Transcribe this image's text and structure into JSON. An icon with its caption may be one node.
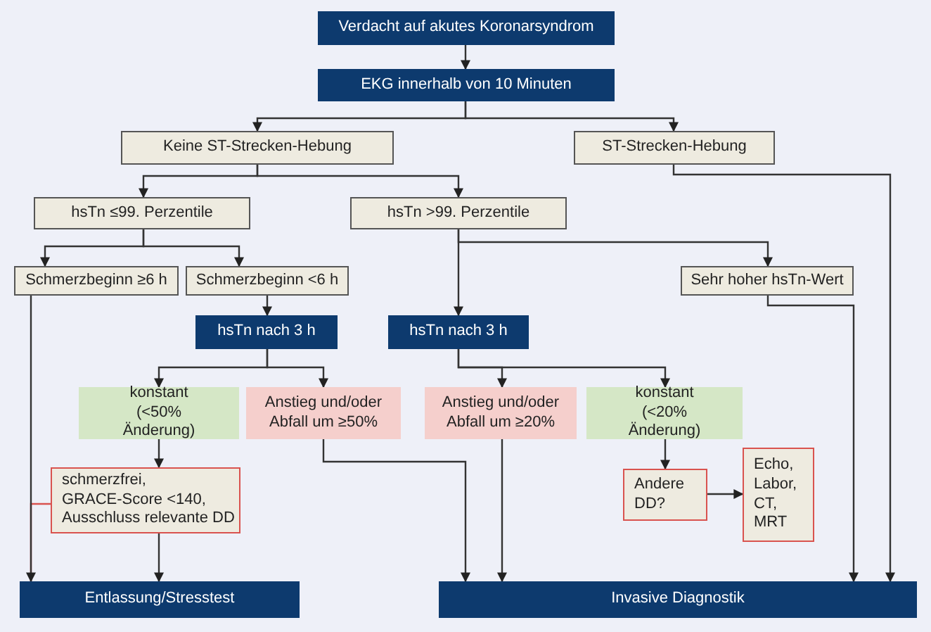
{
  "diagram": {
    "nodes": [
      {
        "text": [
          "Verdacht auf akutes Koronarsyndrom"
        ]
      },
      {
        "text": [
          "EKG innerhalb von 10 Minuten"
        ]
      },
      {
        "text": [
          "Keine ST-Strecken-Hebung"
        ]
      },
      {
        "text": [
          "ST-Strecken-Hebung"
        ]
      },
      {
        "text": [
          "hsTn ≤99. Perzentile"
        ]
      },
      {
        "text": [
          "hsTn >99. Perzentile"
        ]
      },
      {
        "text": [
          "Schmerzbeginn ≥6 h"
        ]
      },
      {
        "text": [
          "Schmerzbeginn <6 h"
        ]
      },
      {
        "text": [
          "Sehr hoher hsTn-Wert"
        ]
      },
      {
        "text": [
          "hsTn nach 3 h"
        ]
      },
      {
        "text": [
          "hsTn nach 3 h"
        ]
      },
      {
        "text": [
          "konstant (<50% Änderung)"
        ]
      },
      {
        "text": [
          "Anstieg und/oder Abfall um ≥50%"
        ]
      },
      {
        "text": [
          "Anstieg und/oder Abfall um ≥20%"
        ]
      },
      {
        "text": [
          "konstant (<20% Änderung)"
        ]
      },
      {
        "text": [
          "schmerzfrei, GRACE-Score <140, Ausschluss relevante DD"
        ]
      },
      {
        "text": [
          "Andere DD?"
        ]
      },
      {
        "text": [
          "Echo, Labor, CT, MRT"
        ]
      },
      {
        "text": [
          "Entlassung/Stresstest"
        ]
      },
      {
        "text": [
          "Invasive Diagnostik"
        ]
      }
    ],
    "edges": [
      {
        "from": 0,
        "to": 1,
        "arrow": "to"
      },
      {
        "from": 1,
        "to": 2,
        "arrow": "to"
      },
      {
        "from": 1,
        "to": 3,
        "arrow": "to"
      },
      {
        "from": 2,
        "to": 4,
        "arrow": "to"
      },
      {
        "from": 2,
        "to": 5,
        "arrow": "to"
      },
      {
        "from": 3,
        "to": 19,
        "arrow": "to"
      },
      {
        "from": 4,
        "to": 6,
        "arrow": "to"
      },
      {
        "from": 4,
        "to": 7,
        "arrow": "to"
      },
      {
        "from": 5,
        "to": 10,
        "arrow": "to"
      },
      {
        "from": 5,
        "to": 8,
        "arrow": "to"
      },
      {
        "from": 6,
        "to": 18,
        "arrow": "to"
      },
      {
        "from": 7,
        "to": 9,
        "arrow": "to"
      },
      {
        "from": 8,
        "to": 19,
        "arrow": "to"
      },
      {
        "from": 9,
        "to": 11,
        "arrow": "to"
      },
      {
        "from": 9,
        "to": 12,
        "arrow": "to"
      },
      {
        "from": 10,
        "to": 13,
        "arrow": "to"
      },
      {
        "from": 10,
        "to": 14,
        "arrow": "to"
      },
      {
        "from": 11,
        "to": 15,
        "arrow": "to"
      },
      {
        "from": 12,
        "to": 19,
        "arrow": "to"
      },
      {
        "from": 13,
        "to": 19,
        "arrow": "to"
      },
      {
        "from": 14,
        "to": 16,
        "arrow": "to"
      },
      {
        "from": 15,
        "to": 18,
        "arrow": "to"
      },
      {
        "from": 15,
        "to": 18,
        "arrow": "none",
        "color": "#d9534f"
      },
      {
        "from": 16,
        "to": 17,
        "arrow": "to"
      }
    ]
  }
}
